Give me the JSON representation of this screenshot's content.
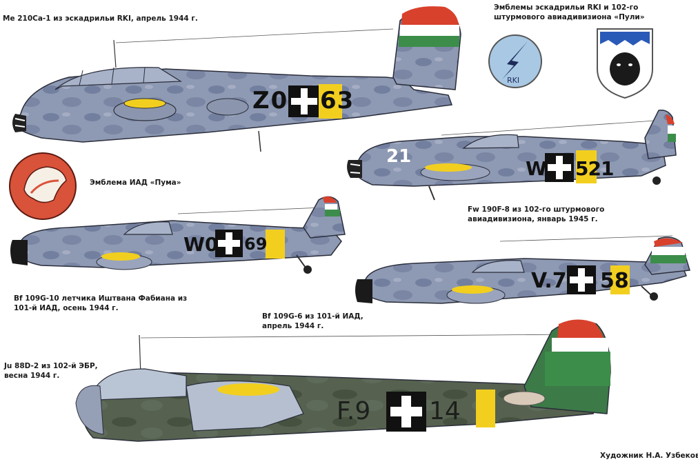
{
  "captions": {
    "me210": "Me 210Ca-1 из эскадрильи RKI, апрель 1944 г.",
    "emblems_title_1": "Эмблемы эскадрильи RKI и 102-го",
    "emblems_title_2": "штурмового авиадивизиона «Пули»",
    "puma_emblem": "Эмблема ИАД «Пума»",
    "fw190_1": "Fw 190F-8 из 102-го штурмового",
    "fw190_2": "авиадивизиона, январь 1945 г.",
    "bf109g10_1": "Bf 109G-10 летчика Иштвана Фабиана из",
    "bf109g10_2": "101-й ИАД, осень 1944 г.",
    "bf109g6_1": "Bf 109G-6 из 101-й ИАД,",
    "bf109g6_2": "апрель 1944 г.",
    "ju88_1": "Ju 88D-2 из 102-й ЭБР,",
    "ju88_2": "весна 1944 г.",
    "artist": "Художник Н.А. Узбеков"
  },
  "markings": {
    "me210_left": "Z0",
    "me210_right": "63",
    "fw190_nose": "21",
    "fw190_left": "W",
    "fw190_right": "521",
    "bf109g10_left": "W0",
    "bf109g10_right": "69",
    "bf109g6_left": "V.7",
    "bf109g6_right": "58",
    "ju88_left": "F.9",
    "ju88_right": "14"
  },
  "emblems": {
    "rki_text": "RKI"
  },
  "colors": {
    "camo_grey": "#8e99b3",
    "camo_dark": "#6f7c9a",
    "ju88_green": "#4d5a4a",
    "hungarian_red": "#d8412c",
    "hungarian_green": "#3c8d4a",
    "band_yellow": "#f2cf1f",
    "puma_red": "#d9523a"
  }
}
